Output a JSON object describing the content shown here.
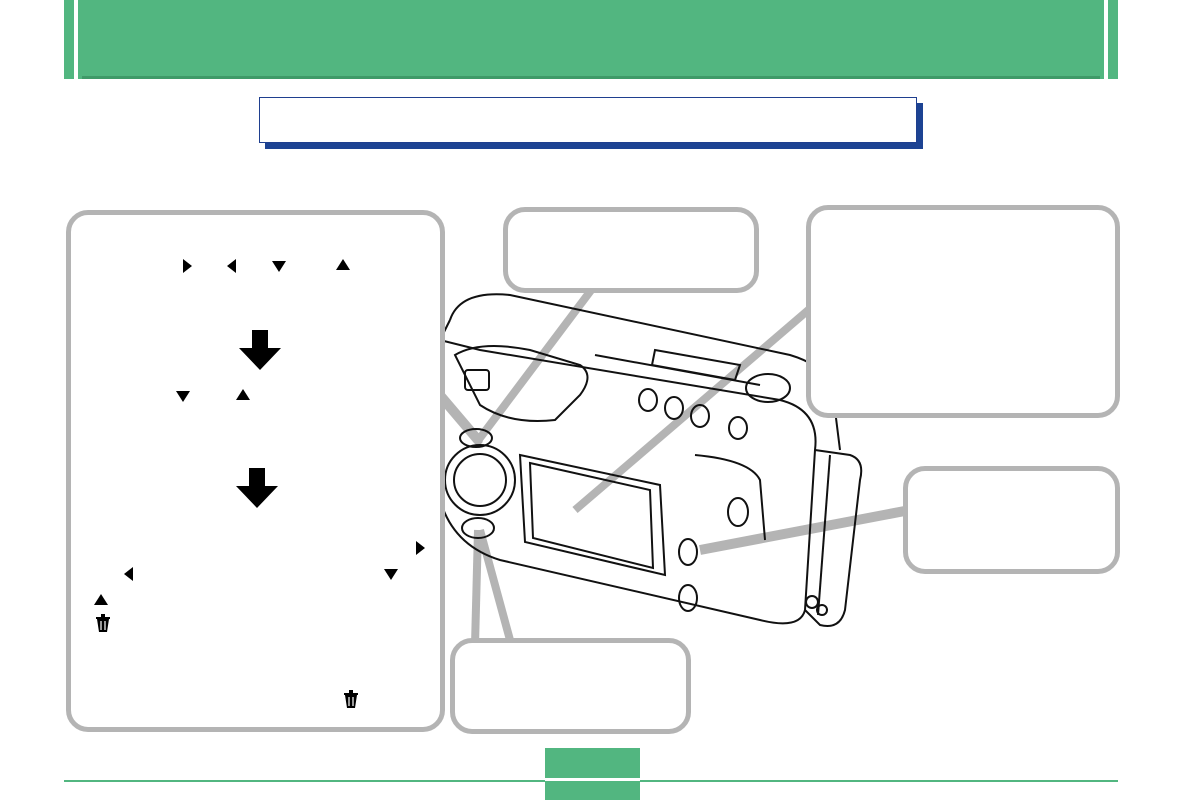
{
  "header": {
    "title": ""
  },
  "section_title": {
    "text": ""
  },
  "page": {
    "number": ""
  },
  "callouts": [
    {
      "id": "left-instructions",
      "text": ""
    },
    {
      "id": "top-middle",
      "text": ""
    },
    {
      "id": "top-right",
      "text": ""
    },
    {
      "id": "right",
      "text": ""
    },
    {
      "id": "bottom-middle",
      "text": ""
    }
  ],
  "icons": {
    "cursor_right": "triangle-right-icon",
    "cursor_left": "triangle-left-icon",
    "cursor_down": "triangle-down-icon",
    "cursor_up": "triangle-up-icon",
    "step_arrow": "bold-down-arrow-icon",
    "delete": "trash-delete-icon"
  },
  "colors": {
    "header_green": "#52b680",
    "title_border_blue": "#1d4393",
    "callout_border_gray": "#b4b4b4"
  }
}
